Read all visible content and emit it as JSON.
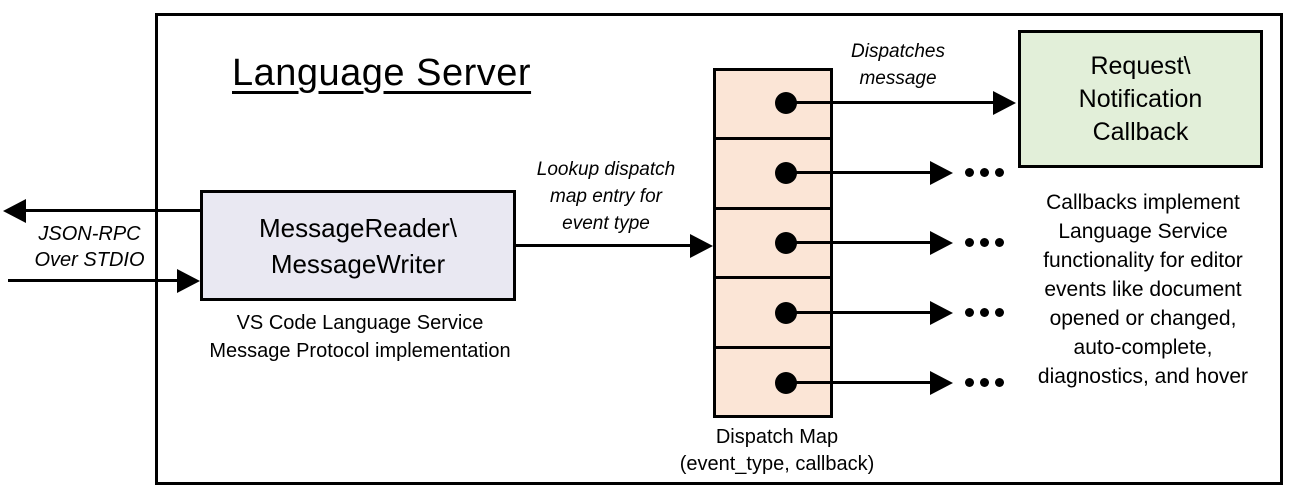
{
  "title": "Language Server",
  "io_label": {
    "line1": "JSON-RPC",
    "line2": "Over STDIO"
  },
  "reader_box": {
    "line1": "MessageReader\\",
    "line2": "MessageWriter"
  },
  "reader_caption": {
    "line1": "VS Code Language Service",
    "line2": "Message Protocol implementation"
  },
  "lookup_label": {
    "line1": "Lookup dispatch",
    "line2": "map entry for",
    "line3": "event type"
  },
  "dispatches_label": {
    "line1": "Dispatches",
    "line2": "message"
  },
  "callback_box": {
    "line1": "Request\\",
    "line2": "Notification",
    "line3": "Callback"
  },
  "callbacks_note": {
    "lines": [
      "Callbacks implement",
      "Language Service",
      "functionality for editor",
      "events like document",
      "opened or changed,",
      "auto-complete,",
      "diagnostics, and hover"
    ]
  },
  "dispatch_map": {
    "caption_line1": "Dispatch Map",
    "caption_line2": "(event_type, callback)",
    "entry_count": 5
  },
  "colors": {
    "reader_fill": "#E9E8F2",
    "map_fill": "#FBE5D6",
    "callback_fill": "#E2EFD9",
    "line_color": "#000000"
  }
}
